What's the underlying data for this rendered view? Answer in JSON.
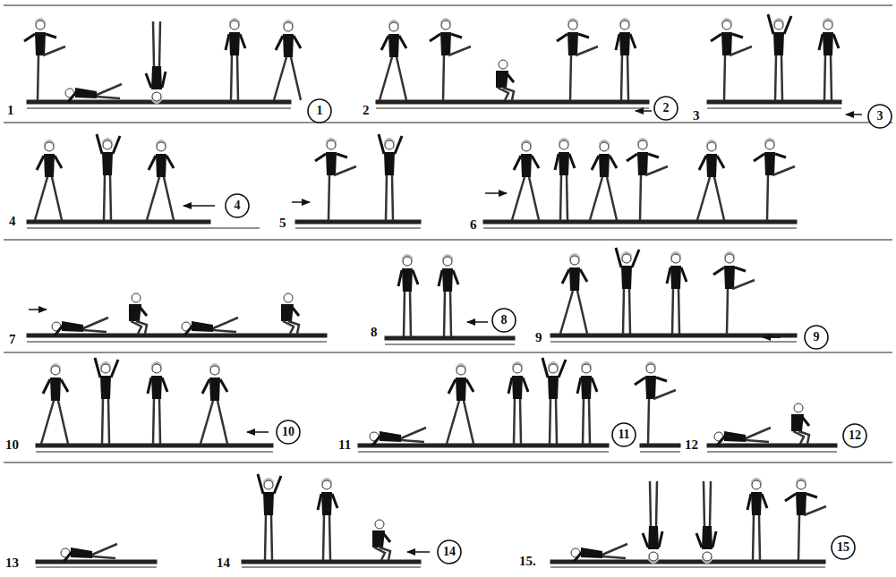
{
  "diagram": {
    "nodes": [
      {
        "text": [
          "1"
        ]
      },
      {
        "text": [
          "2"
        ]
      },
      {
        "text": [
          "3"
        ]
      },
      {
        "text": [
          "4"
        ]
      },
      {
        "text": [
          "8"
        ]
      },
      {
        "text": [
          "9"
        ]
      },
      {
        "text": [
          "10"
        ]
      },
      {
        "text": [
          "11"
        ]
      },
      {
        "text": [
          "12"
        ]
      },
      {
        "text": [
          "14"
        ]
      },
      {
        "text": [
          "15"
        ]
      }
    ],
    "labels": [
      "1",
      "2",
      "3",
      "4",
      "5",
      "6",
      "7",
      "8",
      "9",
      "10",
      "11",
      "12",
      "13",
      "14",
      "15."
    ]
  }
}
